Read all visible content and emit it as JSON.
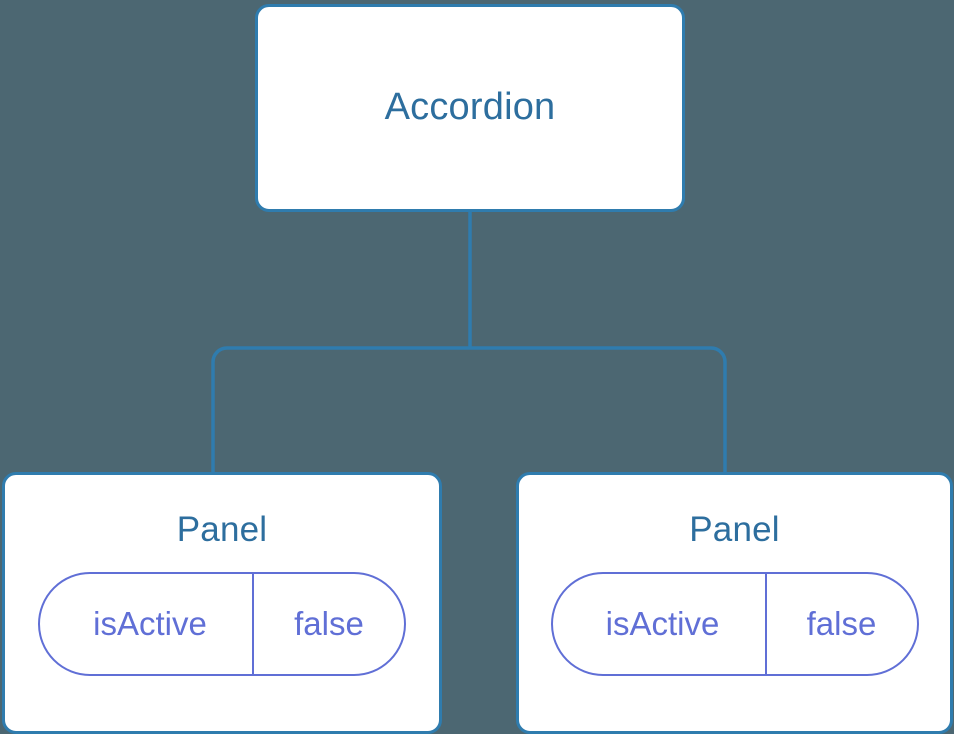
{
  "diagram": {
    "type": "component-tree",
    "background_color": "#4c6772",
    "node_border_color": "#2f7cae",
    "node_fill_color": "#ffffff",
    "node_title_color": "#2d6e9e",
    "connector_color": "#2f7cae",
    "state_pill_color": "#606fd6",
    "root": {
      "title": "Accordion"
    },
    "children": [
      {
        "title": "Panel",
        "state": {
          "key": "isActive",
          "value": "false"
        }
      },
      {
        "title": "Panel",
        "state": {
          "key": "isActive",
          "value": "false"
        }
      }
    ]
  }
}
